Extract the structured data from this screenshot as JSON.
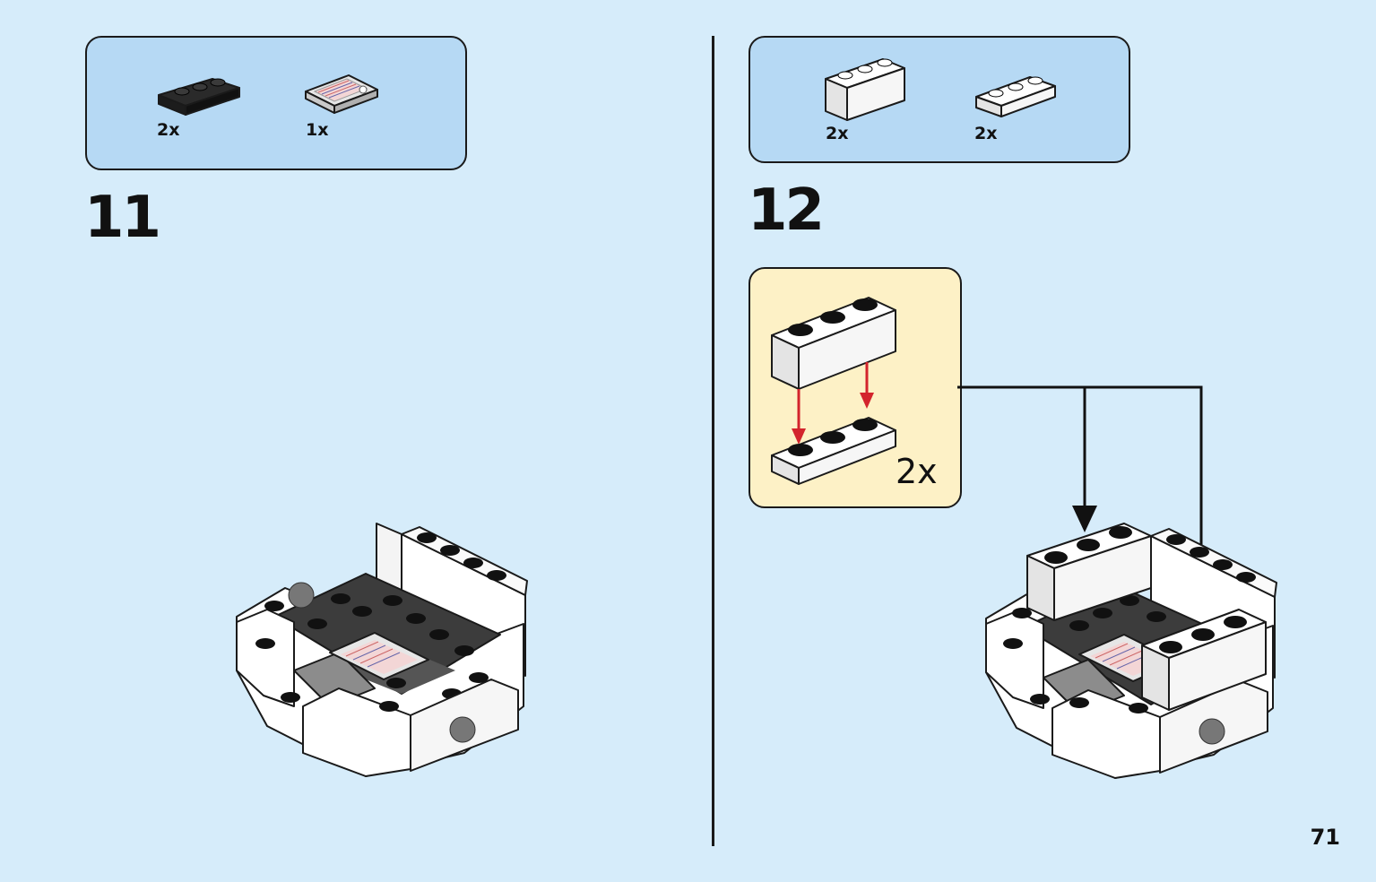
{
  "step11": {
    "number": "11",
    "parts": [
      {
        "name": "black-plate-1x3",
        "qty": "2x"
      },
      {
        "name": "printed-tile-2x2",
        "qty": "1x"
      }
    ]
  },
  "step12": {
    "number": "12",
    "parts": [
      {
        "name": "white-brick-1x3",
        "qty": "2x"
      },
      {
        "name": "white-plate-1x3",
        "qty": "2x"
      }
    ],
    "callout": {
      "multiplier": "2x"
    }
  },
  "page_number": "71",
  "colors": {
    "background": "#d6ecfa",
    "parts_box": "#b6d9f4",
    "callout": "#fdf1c6",
    "arrow_red": "#d3242c"
  }
}
